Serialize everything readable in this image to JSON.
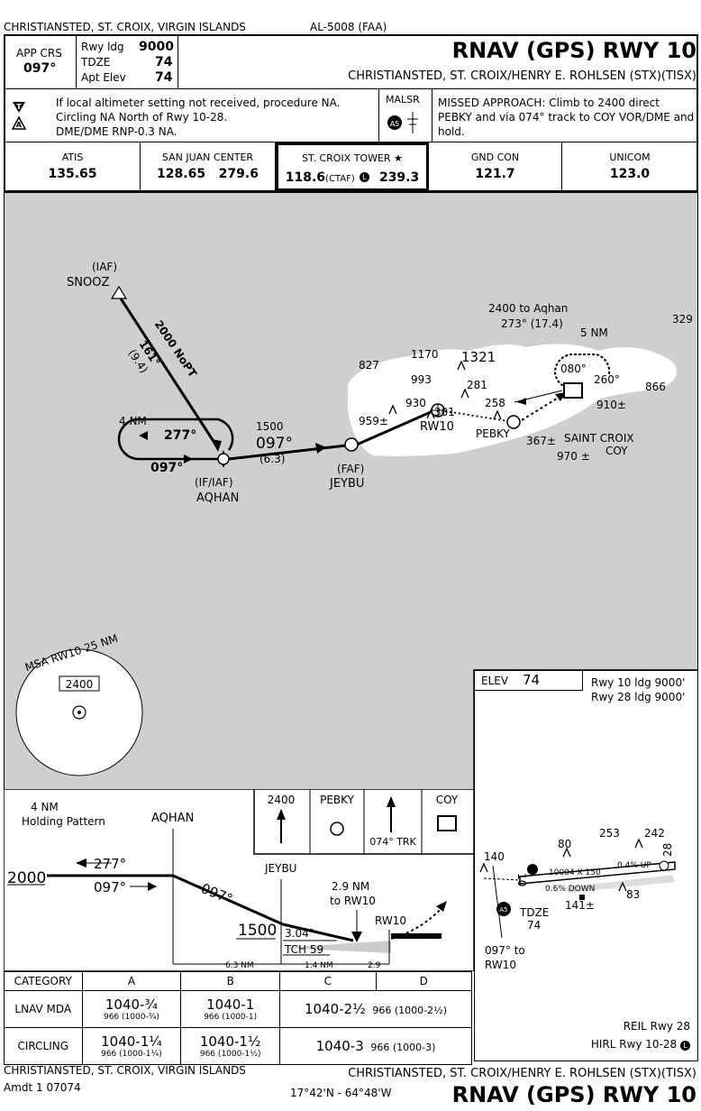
{
  "header": {
    "location": "CHRISTIANSTED, ST. CROIX, VIRGIN ISLANDS",
    "doc_id": "AL-5008 (FAA)",
    "title": "RNAV (GPS) RWY 10",
    "airport": "CHRISTIANSTED, ST. CROIX/HENRY E. ROHLSEN (STX)(TISX)"
  },
  "briefing": {
    "app_crs_label": "APP CRS",
    "app_crs": "097°",
    "rwy_ldg_label": "Rwy ldg",
    "rwy_ldg": "9000",
    "tdze_label": "TDZE",
    "tdze": "74",
    "apt_elev_label": "Apt Elev",
    "apt_elev": "74",
    "notes": [
      "If local altimeter setting not received, procedure NA.",
      "Circling NA North of Rwy 10-28.",
      "DME/DME RNP-0.3 NA."
    ],
    "lighting": "MALSR",
    "missed_approach": "MISSED APPROACH: Climb to 2400 direct PEBKY and via 074° track to COY VOR/DME and hold."
  },
  "comms": [
    {
      "name": "ATIS",
      "freq": "135.65"
    },
    {
      "name": "SAN JUAN CENTER",
      "freq": "128.65   279.6"
    },
    {
      "name": "ST. CROIX TOWER ★",
      "freq": "118.6",
      "ctaf": "(CTAF)",
      "freq2": "239.3"
    },
    {
      "name": "GND CON",
      "freq": "121.7"
    },
    {
      "name": "UNICOM",
      "freq": "123.0"
    }
  ],
  "plan": {
    "iaf_label": "(IAF)",
    "snooz": "SNOOZ",
    "nopt": "2000 NoPT",
    "nopt_crs": "161°",
    "nopt_dist": "(9.4)",
    "hold_dist": "4 NM",
    "hold_in": "277°",
    "hold_out": "097°",
    "if_iaf": "(IF/IAF)",
    "aqhan": "AQHAN",
    "seg_alt": "1500",
    "seg_crs": "097°",
    "seg_dist": "(6.3)",
    "faf": "(FAF)",
    "jeybu": "JEYBU",
    "rw10": "RW10",
    "pebky": "PEBKY",
    "to_aqhan": "2400 to Aqhan",
    "to_aqhan_crs": "273° (17.4)",
    "five_nm": "5 NM",
    "hold2_080": "080°",
    "hold2_260": "260°",
    "coy_name": "SAINT CROIX",
    "coy": "COY",
    "spots": [
      "329",
      "1170",
      "1321",
      "827",
      "993",
      "866",
      "281",
      "930",
      "301",
      "258",
      "959±",
      "910±",
      "367±",
      "970 ±"
    ],
    "msa": "MSA RW10 25 NM",
    "msa_alt": "2400"
  },
  "airport_diagram": {
    "elev_label": "ELEV",
    "elev": "74",
    "rwy10": "Rwy 10 ldg 9000'",
    "rwy28": "Rwy 28 ldg 9000'",
    "dims": "10004 X 150",
    "grad_up": "0.4% UP",
    "grad_down": "0.6% DOWN",
    "spots": [
      "80",
      "253",
      "242",
      "140",
      "83",
      "141±"
    ],
    "tdze_label": "TDZE",
    "tdze": "74",
    "rwy_num_a": "10",
    "rwy_num_b": "28",
    "crs": "097° to",
    "crs2": "RW10",
    "reil": "REIL Rwy 28",
    "hirl": "HIRL Rwy 10-28"
  },
  "profile": {
    "hold_label1": "4 NM",
    "hold_label2": "Holding Pattern",
    "aqhan": "AQHAN",
    "alt2000": "2000",
    "in_crs": "277°",
    "out_crs": "097°",
    "seg_crs": "097°",
    "jeybu": "JEYBU",
    "alt1500": "1500",
    "to_rw10_a": "2.9 NM",
    "to_rw10_b": "to RW10",
    "rw10": "RW10",
    "gs": "3.04°",
    "tch": "TCH 59",
    "d1": "6.3 NM",
    "d2": "1.4 NM",
    "d3": "2.9",
    "ma_box": [
      "2400",
      "PEBKY",
      "074° TRK",
      "COY"
    ]
  },
  "minimums": {
    "headers": [
      "CATEGORY",
      "A",
      "B",
      "C",
      "D"
    ],
    "rows": [
      {
        "label": "LNAV MDA",
        "a": "1040-¾",
        "a2": "966 (1000-¾)",
        "b": "1040-1",
        "b2": "966 (1000-1)",
        "cd": "1040-2½",
        "cd2": "966 (1000-2½)"
      },
      {
        "label": "CIRCLING",
        "a": "1040-1¼",
        "a2": "966 (1000-1¼)",
        "b": "1040-1½",
        "b2": "966 (1000-1½)",
        "cd": "1040-3",
        "cd2": "966 (1000-3)"
      }
    ]
  },
  "footer": {
    "location": "CHRISTIANSTED, ST. CROIX, VIRGIN ISLANDS",
    "amdt": "Amdt 1  07074",
    "airport": "CHRISTIANSTED, ST. CROIX/HENRY E. ROHLSEN (STX)(TISX)",
    "coords": "17°42'N - 64°48'W",
    "title": "RNAV (GPS) RWY 10"
  }
}
